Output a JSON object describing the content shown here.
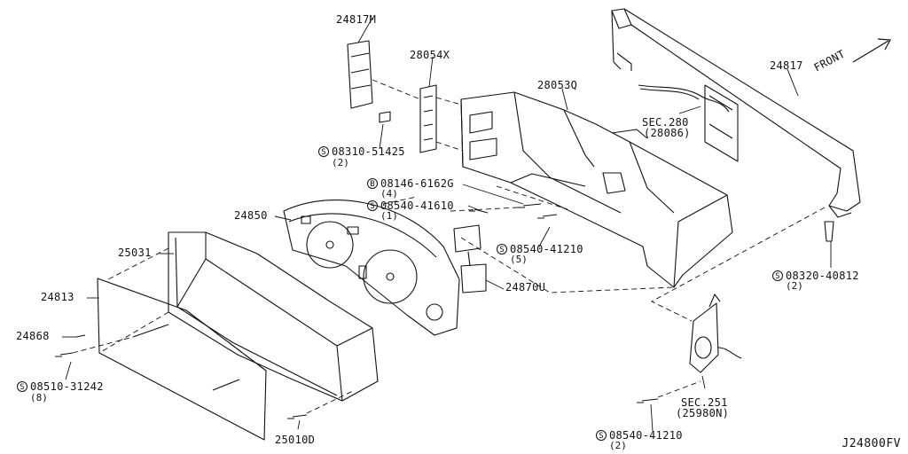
{
  "parts": {
    "p24817M": "24817M",
    "p28054X": "28054X",
    "p28053Q": "28053Q",
    "p24817": "24817",
    "sec280": "SEC.280",
    "sec280_sub": "(28086)",
    "p24850": "24850",
    "p25031": "25031",
    "p24813": "24813",
    "p24868": "24868",
    "p24870U": "24870U",
    "p25010D": "25010D",
    "sec251": "SEC.251",
    "sec251_sub": "(25980N)"
  },
  "fasteners": [
    {
      "prefix": "S",
      "code": "08310-51425",
      "qty": "(2)"
    },
    {
      "prefix": "B",
      "code": "08146-6162G",
      "qty": "(4)"
    },
    {
      "prefix": "S",
      "code": "08540-41610",
      "qty": "(1)"
    },
    {
      "prefix": "S",
      "code": "08540-41210",
      "qty": "(5)"
    },
    {
      "prefix": "S",
      "code": "08320-40812",
      "qty": "(2)"
    },
    {
      "prefix": "S",
      "code": "08510-31242",
      "qty": "(8)"
    },
    {
      "prefix": "S",
      "code": "08540-41210",
      "qty": "(2)"
    }
  ],
  "front_label": "FRONT",
  "diagram_ref": "J24800FV"
}
